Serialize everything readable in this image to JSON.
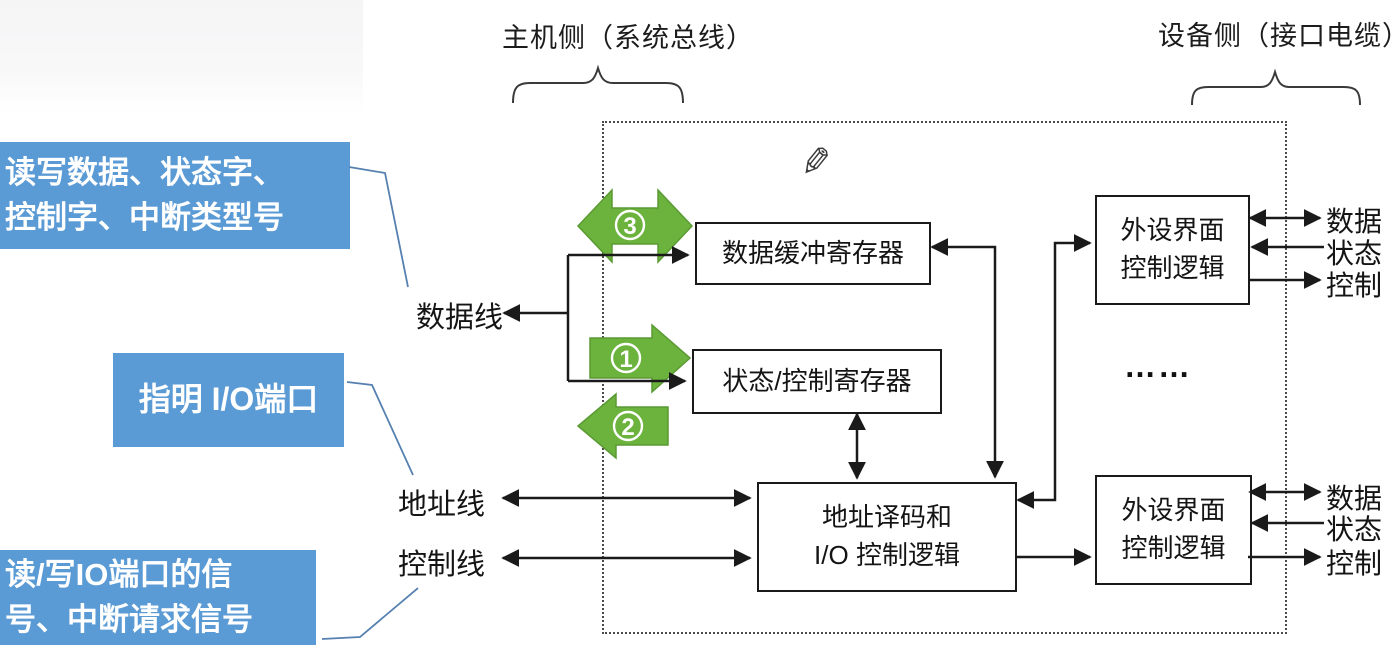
{
  "header": {
    "host_side": "主机侧（系统总线）",
    "device_side": "设备侧（接口电缆）"
  },
  "callouts": {
    "rw_data": {
      "line1": "读写数据、状态字、",
      "line2": "控制字、中断类型号"
    },
    "io_port": {
      "line1": "指明 I/O端口"
    },
    "rw_signal": {
      "line1": "读/写IO端口的信",
      "line2": "号、中断请求信号"
    }
  },
  "bus": {
    "data": "数据线",
    "address": "地址线",
    "control": "控制线"
  },
  "blocks": {
    "data_buffer": "数据缓冲寄存器",
    "status_control": "状态/控制寄存器",
    "decoder": {
      "line1": "地址译码和",
      "line2": "I/O 控制逻辑"
    },
    "peripheral": {
      "line1": "外设界面",
      "line2": "控制逻辑"
    }
  },
  "device_signals": {
    "data": "数据",
    "status": "状态",
    "control": "控制"
  },
  "steps": {
    "one": "1",
    "two": "2",
    "three": "3"
  },
  "ellipsis": "……",
  "icons": {
    "pencil": "✎"
  },
  "colors": {
    "callout_blue": "#5B9BD5",
    "arrow_green": "#6CB33E",
    "line": "#1a1a1a"
  }
}
